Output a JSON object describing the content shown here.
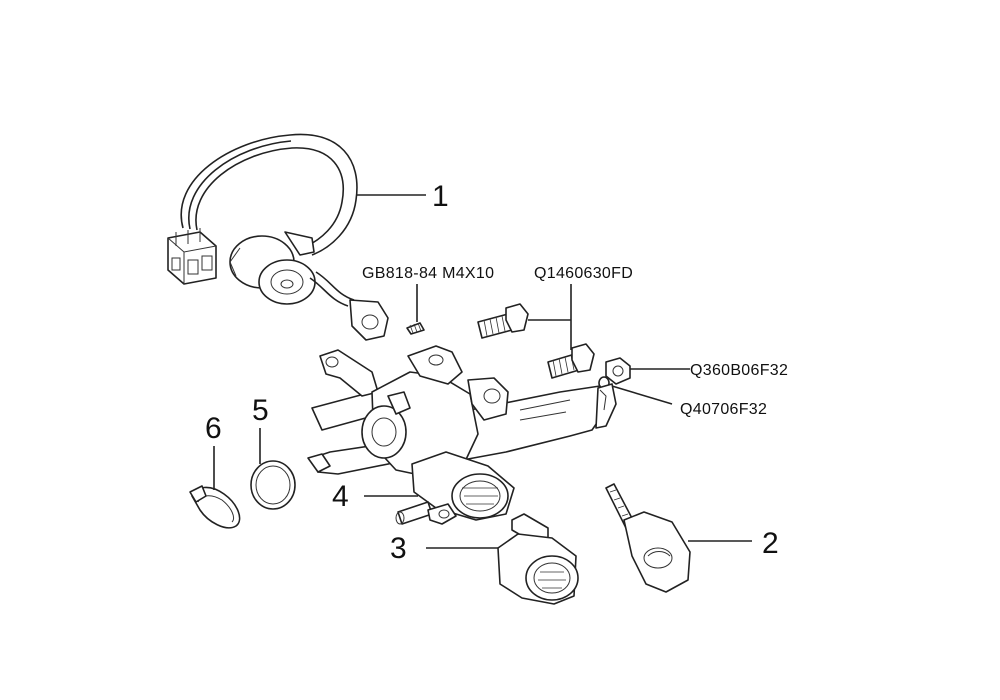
{
  "callouts": {
    "c1": "1",
    "c2": "2",
    "c3": "3",
    "c4": "4",
    "c5": "5",
    "c6": "6"
  },
  "codes": {
    "screw": "GB818-84 M4X10",
    "bolt": "Q1460630FD",
    "nut": "Q360B06F32",
    "washer": "Q40706F32"
  },
  "parts": [
    "ignition-switch-harness",
    "key",
    "lock-cylinder",
    "steering-lock-housing",
    "ring",
    "clamp",
    "screw",
    "bolt",
    "nut",
    "washer"
  ]
}
